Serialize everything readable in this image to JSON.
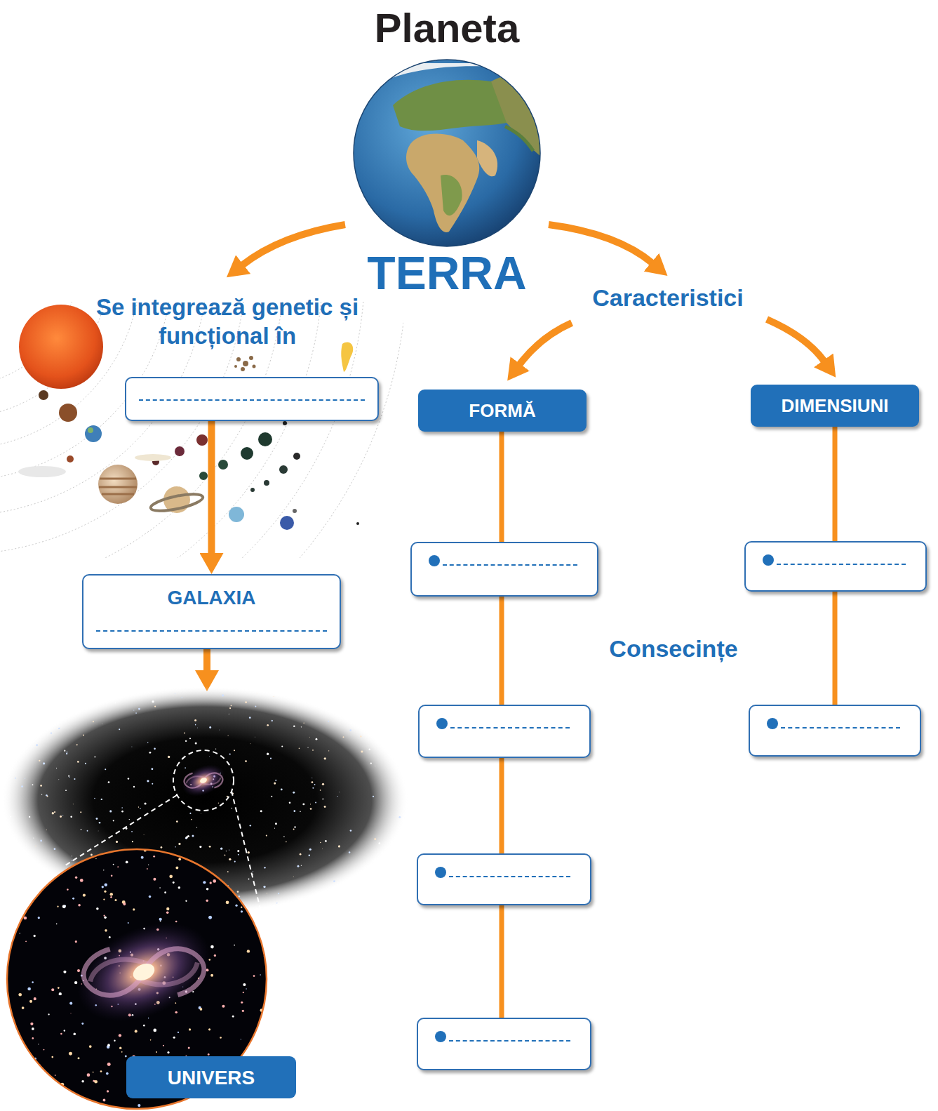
{
  "diagram": {
    "title": "Planeta",
    "nodes": [
      {
        "text": [
          "Se integrează genetic și funcțional în"
        ]
      },
      {
        "text": [
          "GALAXIA"
        ]
      },
      {
        "text": [
          "UNIVERS"
        ]
      },
      {
        "text": [
          "FORMĂ"
        ]
      },
      {
        "text": [
          "DIMENSIUNI"
        ]
      }
    ],
    "edges": [
      {
        "from": 0,
        "to": 1,
        "arrow": "to"
      },
      {
        "from": 1,
        "to": 2,
        "arrow": "to"
      }
    ],
    "labels": [
      "TERRA",
      "Caracteristici",
      "Consecințe"
    ]
  }
}
